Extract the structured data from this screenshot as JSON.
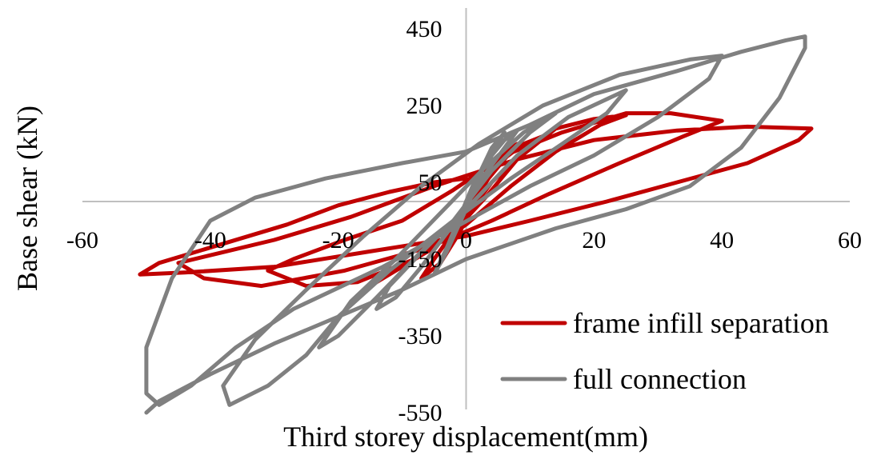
{
  "chart_data": {
    "type": "line",
    "title": "",
    "xlabel": "Third storey displacement(mm)",
    "ylabel": "Base shear (kN)",
    "xlim": [
      -60,
      60
    ],
    "ylim": [
      -550,
      450
    ],
    "x_ticks": [
      "-60",
      "-40",
      "-20",
      "0",
      "20",
      "40",
      "60"
    ],
    "y_ticks": [
      "450",
      "250",
      "50",
      "-150",
      "-350",
      "-550"
    ],
    "grid": false,
    "legend_position": "bottom-right",
    "series": [
      {
        "name": "frame infill separation",
        "color": "#c00000",
        "points": [
          [
            0,
            0
          ],
          [
            2,
            40
          ],
          [
            4,
            90
          ],
          [
            6,
            130
          ],
          [
            8,
            150
          ],
          [
            6,
            110
          ],
          [
            3,
            50
          ],
          [
            0,
            -20
          ],
          [
            -2,
            -80
          ],
          [
            -5,
            -150
          ],
          [
            -7,
            -200
          ],
          [
            -4,
            -160
          ],
          [
            -1,
            -80
          ],
          [
            2,
            20
          ],
          [
            5,
            100
          ],
          [
            9,
            150
          ],
          [
            12,
            170
          ],
          [
            9,
            130
          ],
          [
            4,
            50
          ],
          [
            0,
            -40
          ],
          [
            -5,
            -120
          ],
          [
            -10,
            -170
          ],
          [
            -14,
            -210
          ],
          [
            -12,
            -190
          ],
          [
            -7,
            -140
          ],
          [
            -2,
            -80
          ],
          [
            3,
            10
          ],
          [
            8,
            110
          ],
          [
            14,
            190
          ],
          [
            20,
            215
          ],
          [
            25,
            225
          ],
          [
            21,
            200
          ],
          [
            14,
            130
          ],
          [
            7,
            40
          ],
          [
            0,
            -60
          ],
          [
            -8,
            -150
          ],
          [
            -17,
            -210
          ],
          [
            -25,
            -220
          ],
          [
            -31,
            -180
          ],
          [
            -27,
            -150
          ],
          [
            -19,
            -100
          ],
          [
            -10,
            -50
          ],
          [
            -2,
            30
          ],
          [
            6,
            120
          ],
          [
            15,
            180
          ],
          [
            25,
            230
          ],
          [
            32,
            230
          ],
          [
            40,
            210
          ],
          [
            34,
            170
          ],
          [
            24,
            100
          ],
          [
            13,
            20
          ],
          [
            4,
            -50
          ],
          [
            -6,
            -120
          ],
          [
            -19,
            -180
          ],
          [
            -32,
            -220
          ],
          [
            -41,
            -200
          ],
          [
            -45,
            -160
          ],
          [
            -40,
            -140
          ],
          [
            -30,
            -100
          ],
          [
            -18,
            -40
          ],
          [
            -5,
            40
          ],
          [
            8,
            110
          ],
          [
            20,
            160
          ],
          [
            33,
            185
          ],
          [
            44,
            195
          ],
          [
            54,
            190
          ],
          [
            52,
            160
          ],
          [
            44,
            100
          ],
          [
            33,
            50
          ],
          [
            22,
            0
          ],
          [
            10,
            -50
          ],
          [
            0,
            -90
          ],
          [
            -15,
            -130
          ],
          [
            -30,
            -170
          ],
          [
            -44,
            -185
          ],
          [
            -51,
            -190
          ],
          [
            -48,
            -160
          ],
          [
            -38,
            -110
          ],
          [
            -28,
            -60
          ],
          [
            -20,
            -10
          ],
          [
            -12,
            25
          ],
          [
            -5,
            50
          ],
          [
            0,
            60
          ]
        ]
      },
      {
        "name": "full connection",
        "color": "#808080",
        "points": [
          [
            0,
            0
          ],
          [
            2,
            70
          ],
          [
            4,
            140
          ],
          [
            6,
            180
          ],
          [
            4,
            120
          ],
          [
            1,
            40
          ],
          [
            -1,
            -40
          ],
          [
            -3,
            -120
          ],
          [
            -5,
            -190
          ],
          [
            -3,
            -130
          ],
          [
            0,
            -20
          ],
          [
            3,
            100
          ],
          [
            6,
            160
          ],
          [
            8,
            185
          ],
          [
            6,
            140
          ],
          [
            2,
            50
          ],
          [
            -2,
            -60
          ],
          [
            -7,
            -170
          ],
          [
            -11,
            -250
          ],
          [
            -14,
            -280
          ],
          [
            -12,
            -220
          ],
          [
            -8,
            -150
          ],
          [
            -2,
            -50
          ],
          [
            4,
            80
          ],
          [
            10,
            180
          ],
          [
            14,
            230
          ],
          [
            9,
            180
          ],
          [
            3,
            90
          ],
          [
            -4,
            -30
          ],
          [
            -11,
            -150
          ],
          [
            -18,
            -260
          ],
          [
            -23,
            -380
          ],
          [
            -20,
            -350
          ],
          [
            -14,
            -250
          ],
          [
            -7,
            -130
          ],
          [
            0,
            -20
          ],
          [
            8,
            120
          ],
          [
            16,
            220
          ],
          [
            25,
            290
          ],
          [
            22,
            230
          ],
          [
            15,
            150
          ],
          [
            7,
            60
          ],
          [
            -2,
            -50
          ],
          [
            -12,
            -180
          ],
          [
            -20,
            -300
          ],
          [
            -25,
            -400
          ],
          [
            -31,
            -480
          ],
          [
            -37,
            -530
          ],
          [
            -38,
            -480
          ],
          [
            -33,
            -360
          ],
          [
            -25,
            -230
          ],
          [
            -16,
            -90
          ],
          [
            -7,
            40
          ],
          [
            2,
            150
          ],
          [
            12,
            250
          ],
          [
            24,
            330
          ],
          [
            35,
            370
          ],
          [
            40,
            380
          ],
          [
            38,
            320
          ],
          [
            30,
            220
          ],
          [
            20,
            120
          ],
          [
            10,
            40
          ],
          [
            -2,
            -70
          ],
          [
            -13,
            -170
          ],
          [
            -27,
            -280
          ],
          [
            -36,
            -380
          ],
          [
            -43,
            -480
          ],
          [
            -48,
            -530
          ],
          [
            -50,
            -500
          ],
          [
            -50,
            -380
          ],
          [
            -46,
            -200
          ],
          [
            -40,
            -50
          ],
          [
            -33,
            10
          ],
          [
            -22,
            60
          ],
          [
            -10,
            100
          ],
          [
            0,
            130
          ],
          [
            10,
            200
          ],
          [
            20,
            280
          ],
          [
            33,
            340
          ],
          [
            43,
            390
          ],
          [
            50,
            420
          ],
          [
            53,
            430
          ],
          [
            53,
            400
          ],
          [
            49,
            270
          ],
          [
            43,
            140
          ],
          [
            35,
            40
          ],
          [
            25,
            -20
          ],
          [
            14,
            -70
          ],
          [
            0,
            -150
          ],
          [
            -10,
            -230
          ],
          [
            -20,
            -300
          ],
          [
            -30,
            -370
          ],
          [
            -40,
            -450
          ],
          [
            -48,
            -520
          ],
          [
            -50,
            -550
          ]
        ]
      }
    ]
  }
}
